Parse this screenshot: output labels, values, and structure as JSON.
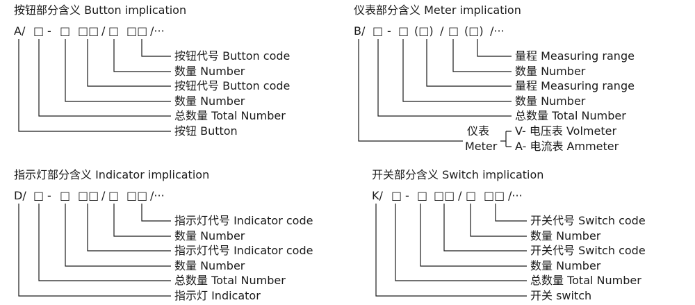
{
  "button_section": {
    "title": "按钮部分含义 Button implication",
    "code_segments": [
      "A/",
      "□",
      "-",
      "□",
      "□□",
      "/",
      "□",
      "□□",
      "/···"
    ],
    "labels": [
      "按钮代号 Button code",
      "数量 Number",
      "按钮代号 Button code",
      "数量 Number",
      "总数量 Total Number",
      "按钮 Button"
    ]
  },
  "meter_section": {
    "title": "仪表部分含义 Meter implication",
    "code_segments": [
      "B/",
      "□",
      "-",
      "□",
      "(□)",
      "/",
      "□",
      "(□)",
      "/···"
    ],
    "labels": [
      "量程 Measuring range",
      "数量 Number",
      "量程 Measuring range",
      "数量 Number",
      "总数量 Total Number"
    ],
    "meter_cn": "仪表",
    "meter_en": "Meter",
    "meter_options": [
      "V- 电压表 Volmeter",
      "A- 电流表 Ammeter"
    ]
  },
  "indicator_section": {
    "title": "指示灯部分含义 Indicator implication",
    "code_segments": [
      "D/",
      "□",
      "-",
      "□",
      "□□",
      "/",
      "□",
      "□□",
      "/···"
    ],
    "labels": [
      "指示灯代号 Indicator code",
      "数量 Number",
      "指示灯代号 Indicator code",
      "数量 Number",
      "总数量 Total Number",
      "指示灯 Indicator"
    ]
  },
  "switch_section": {
    "title": "开关部分含义 Switch implication",
    "code_segments": [
      "K/",
      "□",
      "-",
      "□",
      "□□",
      "/",
      "□",
      "□□",
      "/···"
    ],
    "labels": [
      "开关代号 Switch code",
      "数量 Number",
      "开关代号 Switch code",
      "数量 Number",
      "总数量 Total Number",
      "开关 switch"
    ]
  },
  "line_color": "#1a1a1a"
}
